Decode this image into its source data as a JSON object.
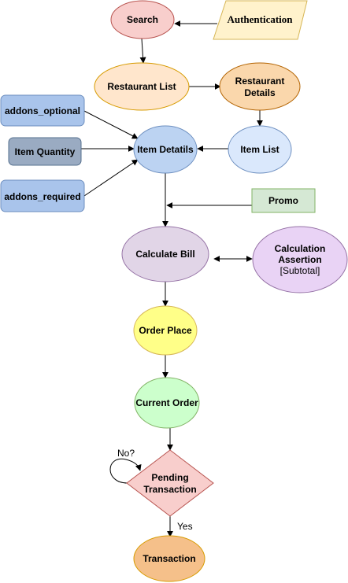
{
  "nodes": {
    "search": {
      "label": "Search",
      "color": "#f8cecc",
      "stroke": "#b85450"
    },
    "authentication": {
      "label": "Authentication",
      "color": "#fff2cc",
      "stroke": "#d6b656"
    },
    "restaurant_list": {
      "label": "Restaurant List",
      "color": "#ffe6cc",
      "stroke": "#d79b00"
    },
    "restaurant_details": {
      "line1": "Restaurant",
      "line2": "Details",
      "color": "#fad7ac",
      "stroke": "#b46504"
    },
    "addons_optional": {
      "label": "addons_optional",
      "color": "#a9c4eb",
      "stroke": "#6c8ebf"
    },
    "item_quantity": {
      "label": "Item Quantity",
      "color": "#9aabc2",
      "stroke": "#56708f"
    },
    "addons_required": {
      "label": "addons_required",
      "color": "#a9c4eb",
      "stroke": "#6c8ebf"
    },
    "item_details": {
      "label": "Item Detatils",
      "color": "#bcd3f2",
      "stroke": "#6c8ebf"
    },
    "item_list": {
      "label": "Item List",
      "color": "#dae8fc",
      "stroke": "#6c8ebf"
    },
    "promo": {
      "label": "Promo",
      "color": "#d5e8d4",
      "stroke": "#82b366"
    },
    "calculate_bill": {
      "label": "Calculate Bill",
      "color": "#e1d5e7",
      "stroke": "#9673a6"
    },
    "calculation_assertion": {
      "line1": "Calculation",
      "line2": "Assertion",
      "line3": "[Subtotal]",
      "color": "#e9d3f5",
      "stroke": "#9673a6"
    },
    "order_place": {
      "label": "Order Place",
      "color": "#ffff88",
      "stroke": "#d6b656"
    },
    "current_order": {
      "label": "Current Order",
      "color": "#ccffcc",
      "stroke": "#82b366"
    },
    "pending_transaction": {
      "line1": "Pending",
      "line2": "Transaction",
      "color": "#f8cecc",
      "stroke": "#b85450"
    },
    "transaction": {
      "label": "Transaction",
      "color": "#f5c08a",
      "stroke": "#d79b00"
    }
  },
  "edges": {
    "loop_label": "No?",
    "yes_label": "Yes"
  }
}
